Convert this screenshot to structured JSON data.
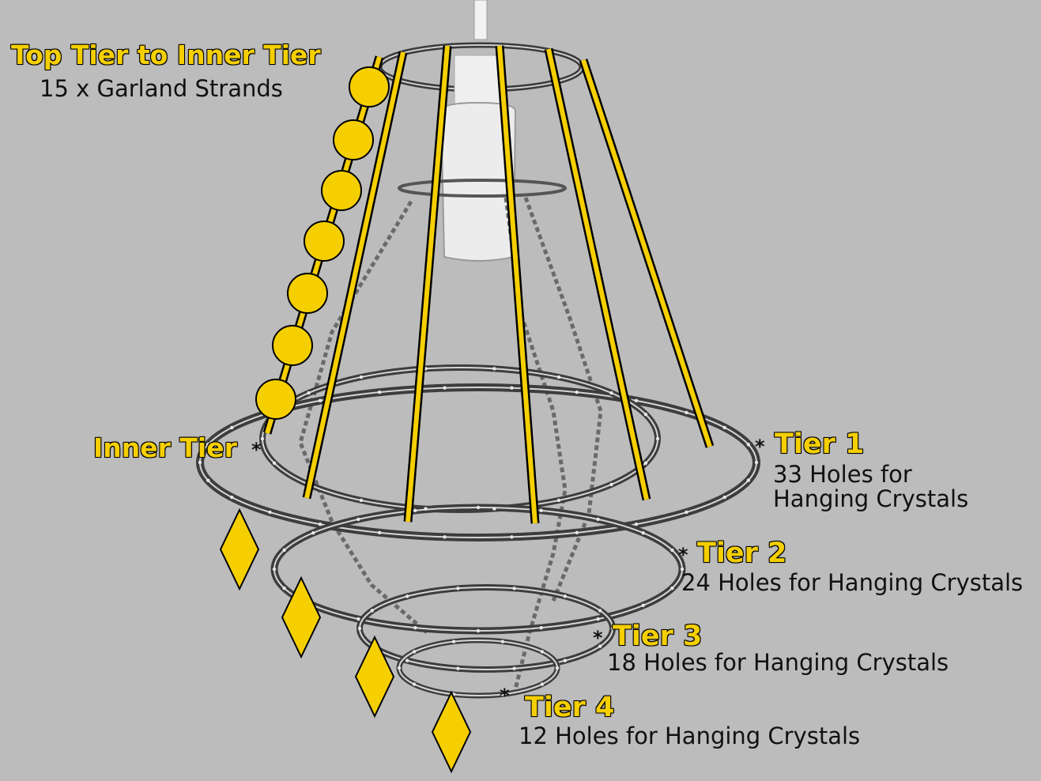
{
  "labels": {
    "top_tier_title": "Top Tier to Inner Tier",
    "top_tier_sub": "15 x Garland Strands",
    "inner_tier_title": "Inner Tier",
    "tier1_title": "Tier 1",
    "tier1_sub_line1": "33 Holes for",
    "tier1_sub_line2": "Hanging Crystals",
    "tier2_title": "Tier 2",
    "tier2_sub": "24 Holes for Hanging Crystals",
    "tier3_title": "Tier 3",
    "tier3_sub": "18 Holes for Hanging Crystals",
    "tier4_title": "Tier 4",
    "tier4_sub": "12 Holes for Hanging Crystals",
    "marker": "*"
  },
  "colors": {
    "background": "#bcbcbc",
    "highlight_yellow": "#f5cf00",
    "outline": "#000000",
    "chrome": "#4a4a4a"
  }
}
